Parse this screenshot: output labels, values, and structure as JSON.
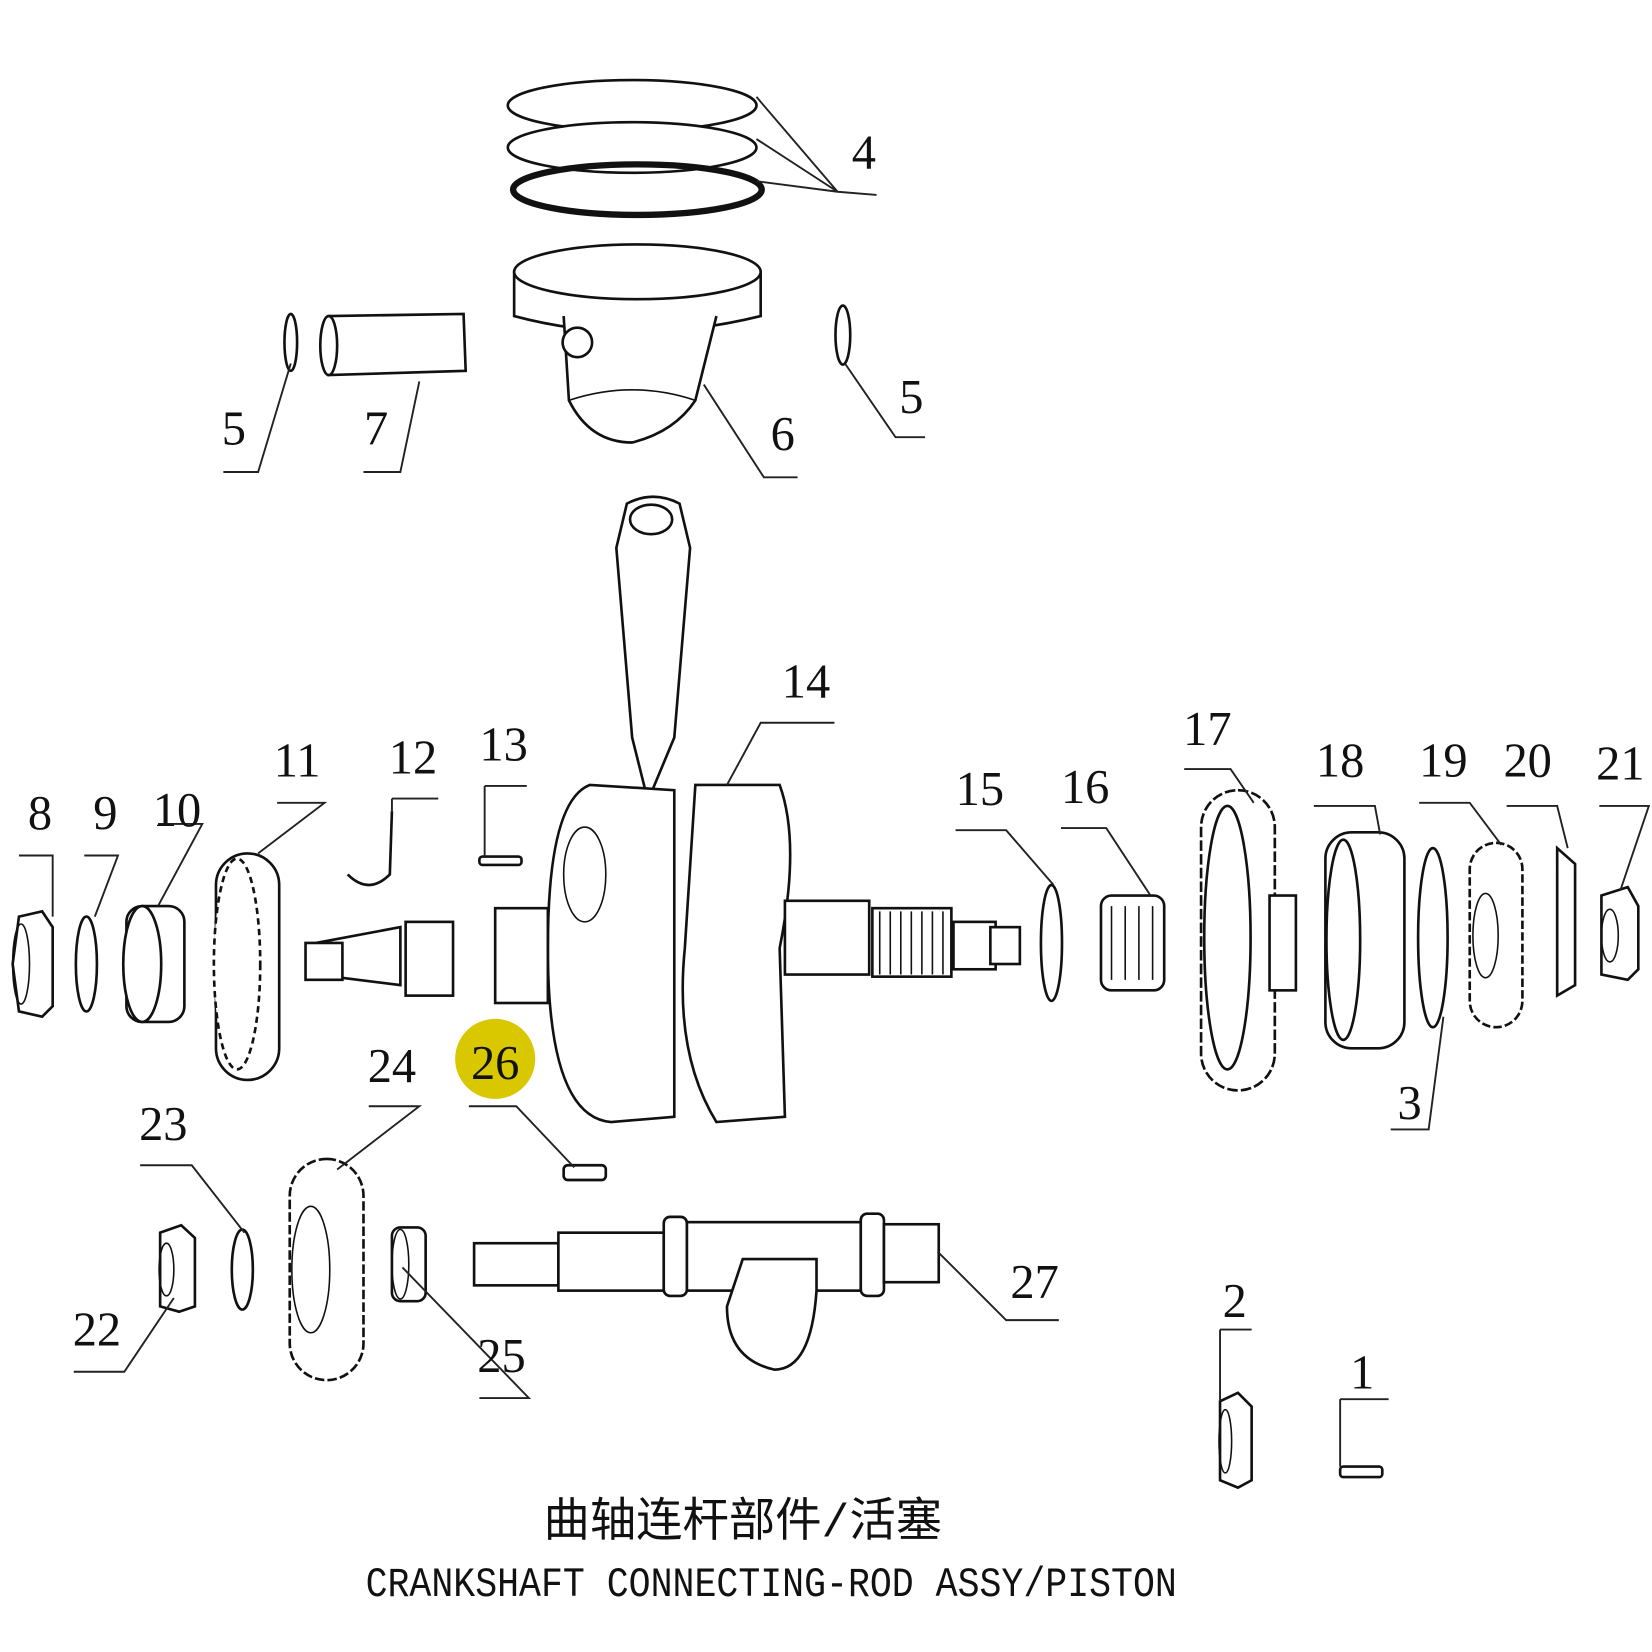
{
  "title_cn": "曲轴连杆部件/活塞",
  "title_en": "CRANKSHAFT CONNECTING-ROD ASSY/PISTON",
  "highlight_color": "#d9c800",
  "highlighted_part": "26",
  "callouts": [
    "1",
    "2",
    "3",
    "4",
    "5",
    "5",
    "6",
    "7",
    "8",
    "9",
    "10",
    "11",
    "12",
    "13",
    "14",
    "15",
    "16",
    "17",
    "18",
    "19",
    "20",
    "21",
    "22",
    "23",
    "24",
    "25",
    "26",
    "27"
  ]
}
